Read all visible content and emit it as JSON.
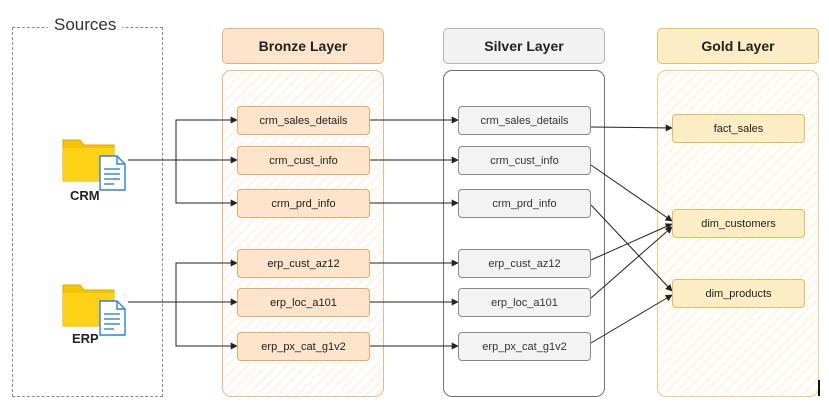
{
  "sources": {
    "title": "Sources",
    "crm_label": "CRM",
    "erp_label": "ERP",
    "icon": "folder-document-icon"
  },
  "layers": {
    "bronze": {
      "title": "Bronze Layer",
      "tables": [
        "crm_sales_details",
        "crm_cust_info",
        "crm_prd_info",
        "erp_cust_az12",
        "erp_loc_a101",
        "erp_px_cat_g1v2"
      ]
    },
    "silver": {
      "title": "Silver Layer",
      "tables": [
        "crm_sales_details",
        "crm_cust_info",
        "crm_prd_info",
        "erp_cust_az12",
        "erp_loc_a101",
        "erp_px_cat_g1v2"
      ]
    },
    "gold": {
      "title": "Gold Layer",
      "tables": [
        "fact_sales",
        "dim_customers",
        "dim_products"
      ]
    }
  },
  "flows": {
    "silver_to_gold": [
      [
        "crm_sales_details",
        "fact_sales"
      ],
      [
        "crm_cust_info",
        "dim_customers"
      ],
      [
        "crm_prd_info",
        "dim_products"
      ],
      [
        "erp_cust_az12",
        "dim_customers"
      ],
      [
        "erp_loc_a101",
        "dim_customers"
      ],
      [
        "erp_px_cat_g1v2",
        "dim_products"
      ]
    ]
  },
  "colors": {
    "bronze_fill": "#fde4cb",
    "silver_fill": "#f3f3f3",
    "gold_fill": "#fdedc4",
    "folder": "#f5c400",
    "document": "#2f84d4",
    "connector": "#222222"
  }
}
